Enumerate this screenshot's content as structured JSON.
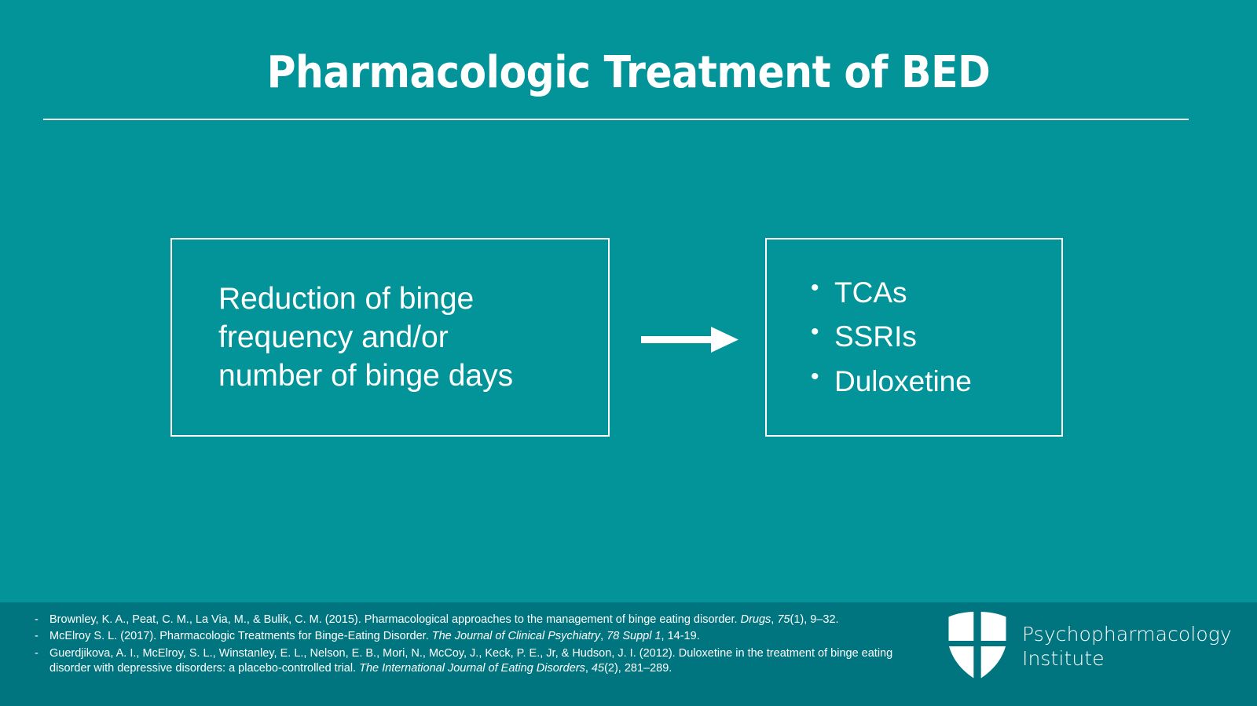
{
  "slide": {
    "background_color": "#039499",
    "footer_color": "#00757F",
    "accent_color": "#ffffff",
    "title": "Pharmacologic Treatment of BED"
  },
  "diagram": {
    "left_box": {
      "line1": "Reduction of binge",
      "line2": "frequency and/or",
      "line3": "number of binge days"
    },
    "arrow": "right-arrow",
    "right_box": {
      "bullets": [
        {
          "label": "TCAs"
        },
        {
          "label": "SSRIs"
        },
        {
          "label": "Duloxetine"
        }
      ]
    }
  },
  "footer": {
    "references": [
      {
        "parts": [
          {
            "text": "Brownley, K. A., Peat, C. M., La Via, M., & Bulik, C. M. (2015). Pharmacological approaches to the management of binge eating disorder. ",
            "italic": false
          },
          {
            "text": "Drugs",
            "italic": true
          },
          {
            "text": ", ",
            "italic": false
          },
          {
            "text": "75",
            "italic": true
          },
          {
            "text": "(1), 9–32.",
            "italic": false
          }
        ]
      },
      {
        "parts": [
          {
            "text": "McElroy S. L. (2017). Pharmacologic Treatments for Binge-Eating Disorder. ",
            "italic": false
          },
          {
            "text": "The Journal of Clinical Psychiatry",
            "italic": true
          },
          {
            "text": ", ",
            "italic": false
          },
          {
            "text": "78 Suppl 1",
            "italic": true
          },
          {
            "text": ", 14-19.",
            "italic": false
          }
        ]
      },
      {
        "parts": [
          {
            "text": "Guerdjikova, A. I., McElroy, S. L., Winstanley, E. L., Nelson, E. B., Mori, N., McCoy, J., Keck, P. E., Jr, & Hudson, J. I. (2012). Duloxetine in the treatment of binge eating disorder with depressive disorders: a placebo-controlled trial. ",
            "italic": false
          },
          {
            "text": "The International Journal of Eating Disorders",
            "italic": true
          },
          {
            "text": ", ",
            "italic": false
          },
          {
            "text": "45",
            "italic": true
          },
          {
            "text": "(2), 281–289.",
            "italic": false
          }
        ]
      }
    ],
    "logo": {
      "mark": "shield-icon",
      "line1": "Psychopharmacology",
      "line2": "Institute"
    }
  }
}
